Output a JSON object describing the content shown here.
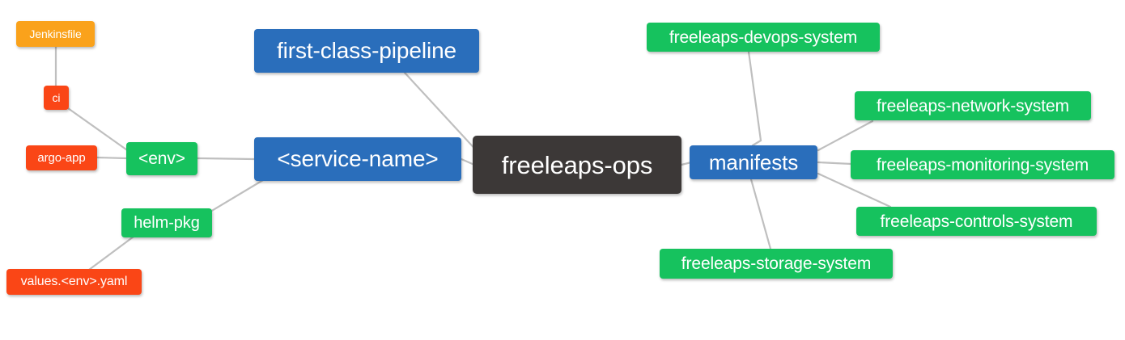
{
  "diagram": {
    "title": "freeleaps-ops",
    "type": "mind-map",
    "background": "#ffffff",
    "palette": {
      "root": "#3c3837",
      "blue": "#2a6ebb",
      "green": "#16c25e",
      "red": "#fa4616",
      "orange": "#faa21b",
      "edge": "#bfbfbf",
      "text": "#ffffff"
    }
  },
  "nodes": {
    "root": {
      "label": "freeleaps-ops"
    },
    "first_class_pipeline": {
      "label": "first-class-pipeline"
    },
    "service_name": {
      "label": "<service-name>"
    },
    "env": {
      "label": "<env>"
    },
    "ci": {
      "label": "ci"
    },
    "jenkinsfile": {
      "label": "Jenkinsfile"
    },
    "argo_app": {
      "label": "argo-app"
    },
    "helm_pkg": {
      "label": "helm-pkg"
    },
    "values_yaml": {
      "label": "values.<env>.yaml"
    },
    "manifests": {
      "label": "manifests"
    },
    "devops_system": {
      "label": "freeleaps-devops-system"
    },
    "network_system": {
      "label": "freeleaps-network-system"
    },
    "monitoring_system": {
      "label": "freeleaps-monitoring-system"
    },
    "controls_system": {
      "label": "freeleaps-controls-system"
    },
    "storage_system": {
      "label": "freeleaps-storage-system"
    }
  },
  "edges": [
    {
      "from": "root",
      "to": "first_class_pipeline"
    },
    {
      "from": "root",
      "to": "service_name"
    },
    {
      "from": "root",
      "to": "manifests"
    },
    {
      "from": "service_name",
      "to": "env"
    },
    {
      "from": "service_name",
      "to": "helm_pkg"
    },
    {
      "from": "env",
      "to": "ci"
    },
    {
      "from": "env",
      "to": "argo_app"
    },
    {
      "from": "ci",
      "to": "jenkinsfile"
    },
    {
      "from": "helm_pkg",
      "to": "values_yaml"
    },
    {
      "from": "manifests",
      "to": "devops_system"
    },
    {
      "from": "manifests",
      "to": "network_system"
    },
    {
      "from": "manifests",
      "to": "monitoring_system"
    },
    {
      "from": "manifests",
      "to": "controls_system"
    },
    {
      "from": "manifests",
      "to": "storage_system"
    }
  ]
}
